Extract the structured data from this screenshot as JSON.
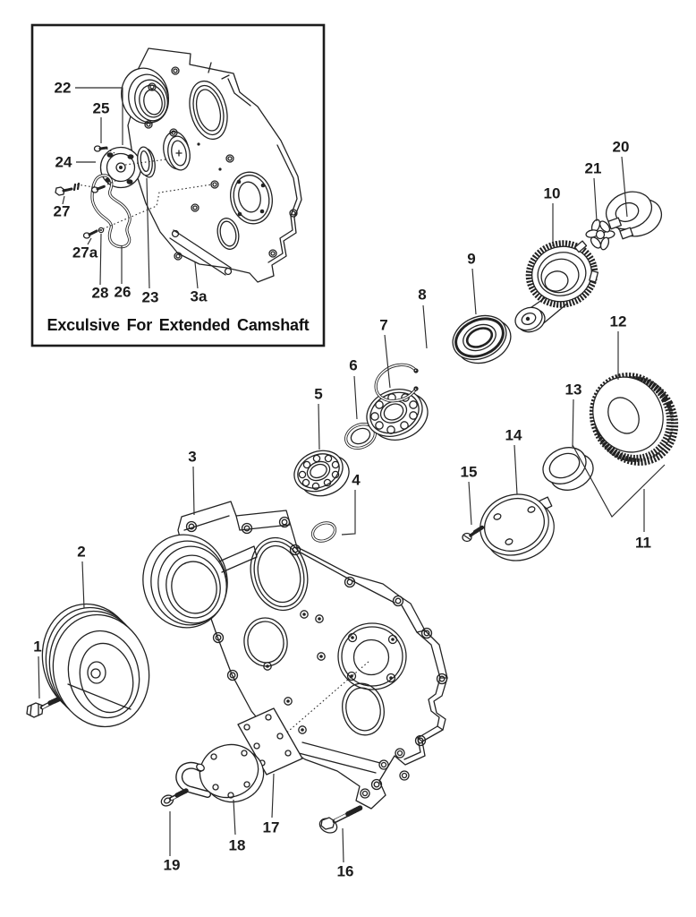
{
  "figure": {
    "type": "exploded-parts-diagram",
    "caption": "Exculsive For Extended Camshaft",
    "inset_callouts": {
      "22": "22",
      "25": "25",
      "24": "24",
      "27": "27",
      "27a": "27a",
      "28": "28",
      "26": "26",
      "23": "23",
      "3a": "3a"
    },
    "main_callouts": {
      "1": "1",
      "2": "2",
      "3": "3",
      "4": "4",
      "5": "5",
      "6": "6",
      "7": "7",
      "8": "8",
      "9": "9",
      "10": "10",
      "11": "11",
      "12": "12",
      "13": "13",
      "14": "14",
      "15": "15",
      "16": "16",
      "17": "17",
      "18": "18",
      "19": "19",
      "20": "20",
      "21": "21"
    }
  },
  "colors": {
    "background": "#ffffff",
    "line": "#222222",
    "label": "#1b1b1b"
  }
}
